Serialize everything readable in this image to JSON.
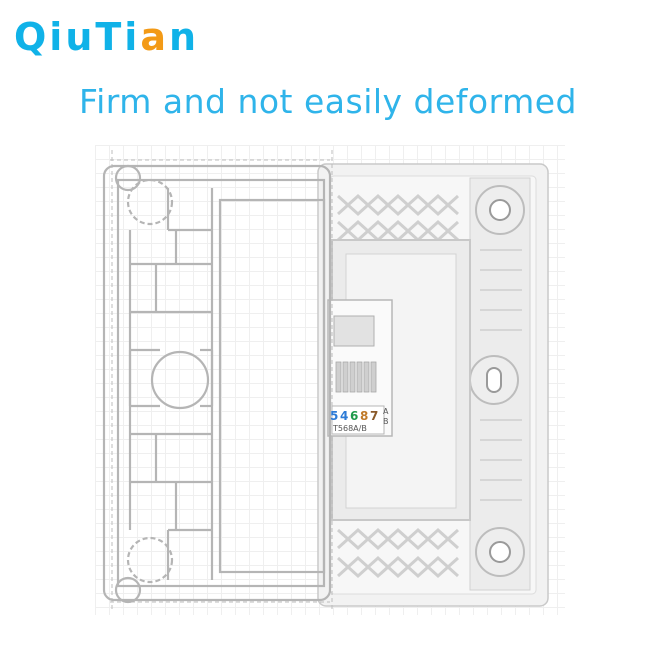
{
  "brand": {
    "logo_main": "QiuTi",
    "logo_accent": "a",
    "logo_tail": "n",
    "logo_color": "#10b2e8",
    "logo_accent_color": "#f39a16"
  },
  "headline": {
    "text": "Firm and not easily deformed",
    "color": "#2fb4ea"
  },
  "module": {
    "pin_numbers": [
      "5",
      "4",
      "6",
      "8",
      "7"
    ],
    "pin_colors": [
      "#2d7bd6",
      "#2d7bd6",
      "#1e9a4a",
      "#c07b2a",
      "#8a5a2a"
    ],
    "wiring_label": "T568A/B",
    "side_labels": [
      "A",
      "B"
    ]
  }
}
